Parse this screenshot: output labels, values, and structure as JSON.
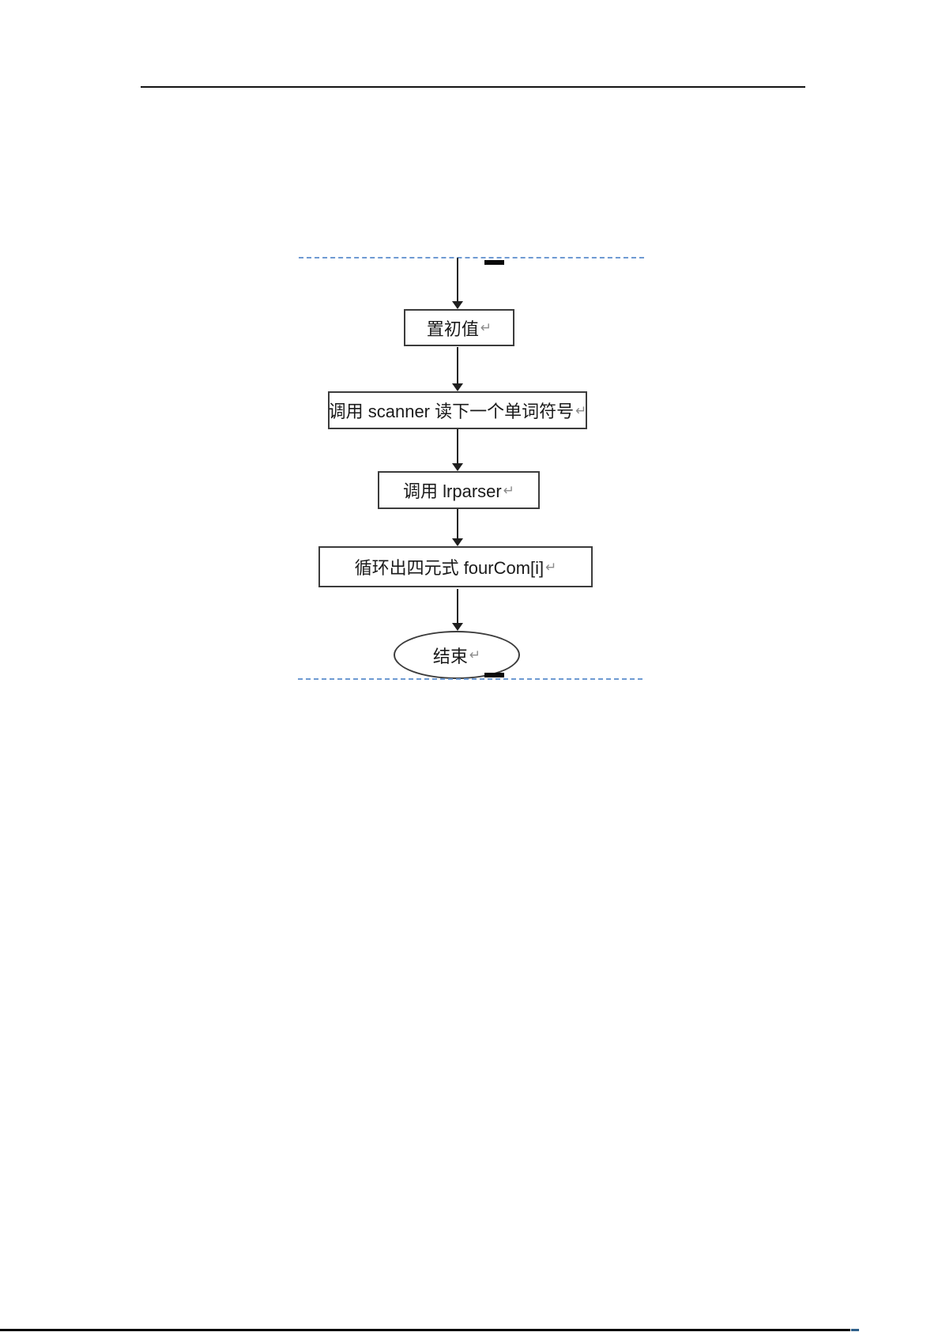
{
  "theme": {
    "page_bg": "#ffffff",
    "rule_color": "#141414",
    "connector_color": "#1f1f1f",
    "shape_border_color": "#3c3c3c",
    "shape_fill": "#ffffff",
    "label_color": "#1a1a1a",
    "return_mark_color": "#8c8c8c",
    "section_break_color": "#6e9ad2",
    "marker_bar_color": "#0a0a0a",
    "page_edge_color": "#000000",
    "page_edge_accent_color": "#2e5f8a"
  },
  "flowchart": {
    "marks": {
      "line_break": "↵"
    },
    "nodes": [
      {
        "type": "process",
        "label": "置初值"
      },
      {
        "type": "process",
        "label": "调用 scanner 读下一个单词符号"
      },
      {
        "type": "process",
        "label": "调用 lrparser"
      },
      {
        "type": "process",
        "label": "循环出四元式 fourCom[i]"
      },
      {
        "type": "terminator",
        "label": "结束"
      }
    ]
  }
}
